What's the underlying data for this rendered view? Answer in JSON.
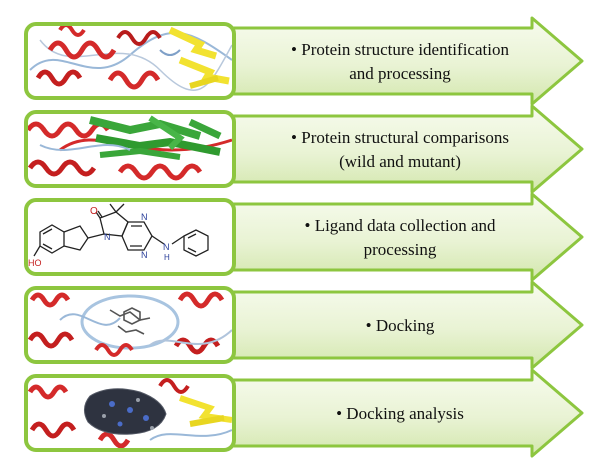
{
  "workflow": {
    "steps": [
      {
        "lines": [
          "• Protein structure identification",
          "and processing"
        ],
        "image": "protein-structure-ribbon"
      },
      {
        "lines": [
          "• Protein structural comparisons",
          "(wild and mutant)"
        ],
        "image": "protein-superposition-ribbon"
      },
      {
        "lines": [
          "• Ligand data collection and",
          "processing"
        ],
        "image": "ligand-chemical-structure"
      },
      {
        "lines": [
          "• Docking"
        ],
        "image": "docking-pose-ribbon"
      },
      {
        "lines": [
          "• Docking analysis"
        ],
        "image": "docking-surface-ribbon"
      }
    ],
    "ligand": {
      "oxygen_label": "O",
      "nitrogen_label": "N",
      "amine_label": "H",
      "hydroxyl_label": "HO"
    },
    "colors": {
      "frame_border": "#8dc63f",
      "arrow_fill_light": "#f4f9e8",
      "arrow_fill_dark": "#d8eab4",
      "helix_red": "#d42a2a",
      "sheet_yellow": "#f2e230",
      "sheet_green": "#3aa63a",
      "coil_blue": "#9ab8d8",
      "surface_dark": "#2e3340"
    }
  }
}
